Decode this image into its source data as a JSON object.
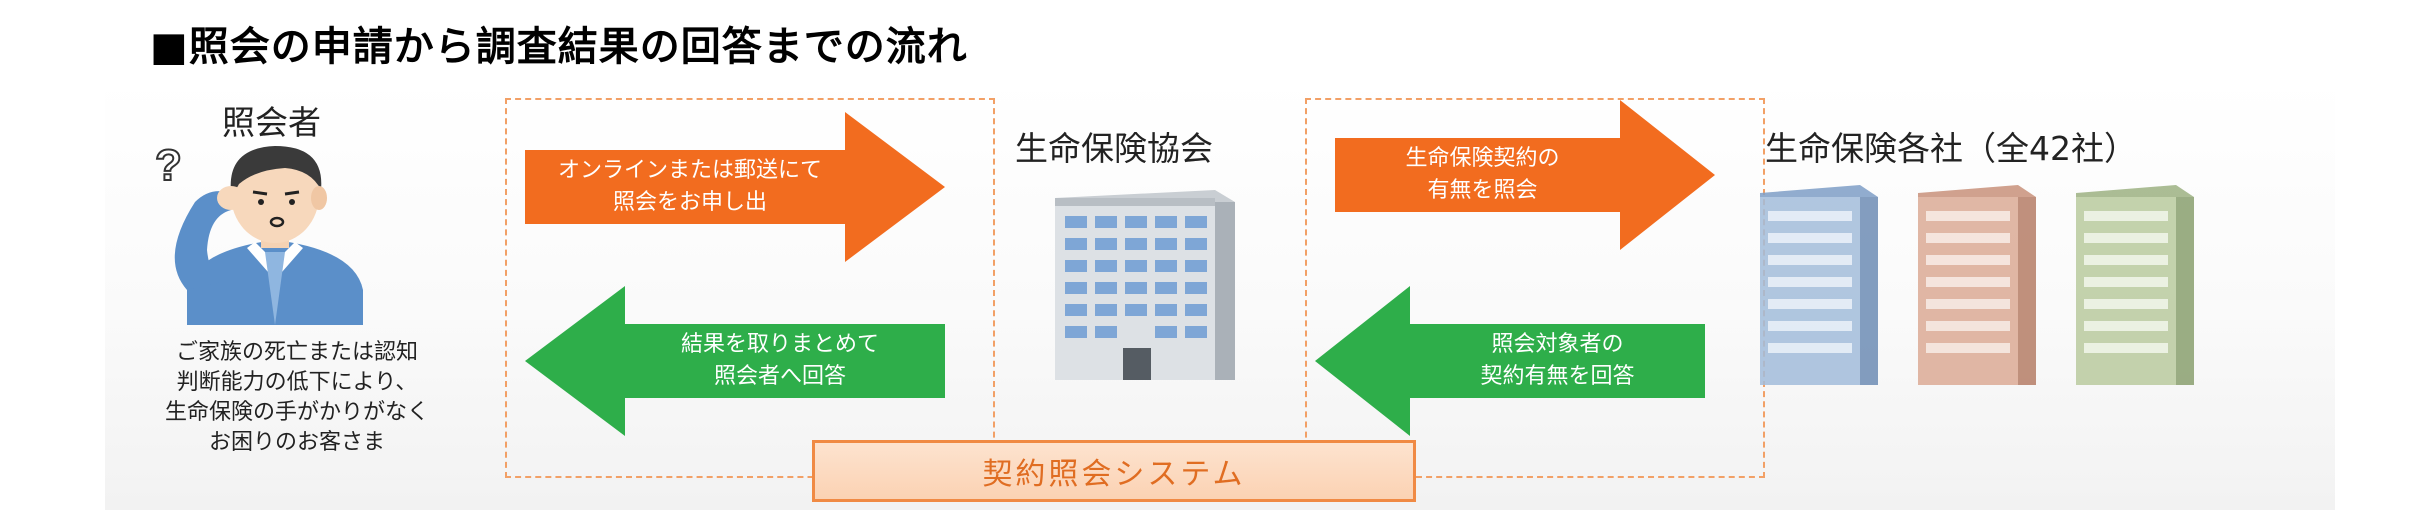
{
  "title": "■照会の申請から調査結果の回答までの流れ",
  "requester": {
    "label": "照会者",
    "caption": [
      "ご家族の死亡または認知",
      "判断能力の低下により、",
      "生命保険の手がかりがなく",
      "お困りのお客さま"
    ]
  },
  "association": {
    "label": "生命保険協会"
  },
  "companies": {
    "label": "生命保険各社（全42社）"
  },
  "arrows": {
    "apply": [
      "オンラインまたは郵送にて",
      "照会をお申し出"
    ],
    "result": [
      "結果を取りまとめて",
      "照会者へ回答"
    ],
    "inquire": [
      "生命保険契約の",
      "有無を照会"
    ],
    "reply": [
      "照会対象者の",
      "契約有無を回答"
    ]
  },
  "system": {
    "label": "契約照会システム"
  },
  "colors": {
    "orange": "#f26c1f",
    "green": "#2eae4a",
    "dash": "#f2a066"
  },
  "icons": {
    "person": "confused-person-icon",
    "building": "office-building-icon"
  }
}
